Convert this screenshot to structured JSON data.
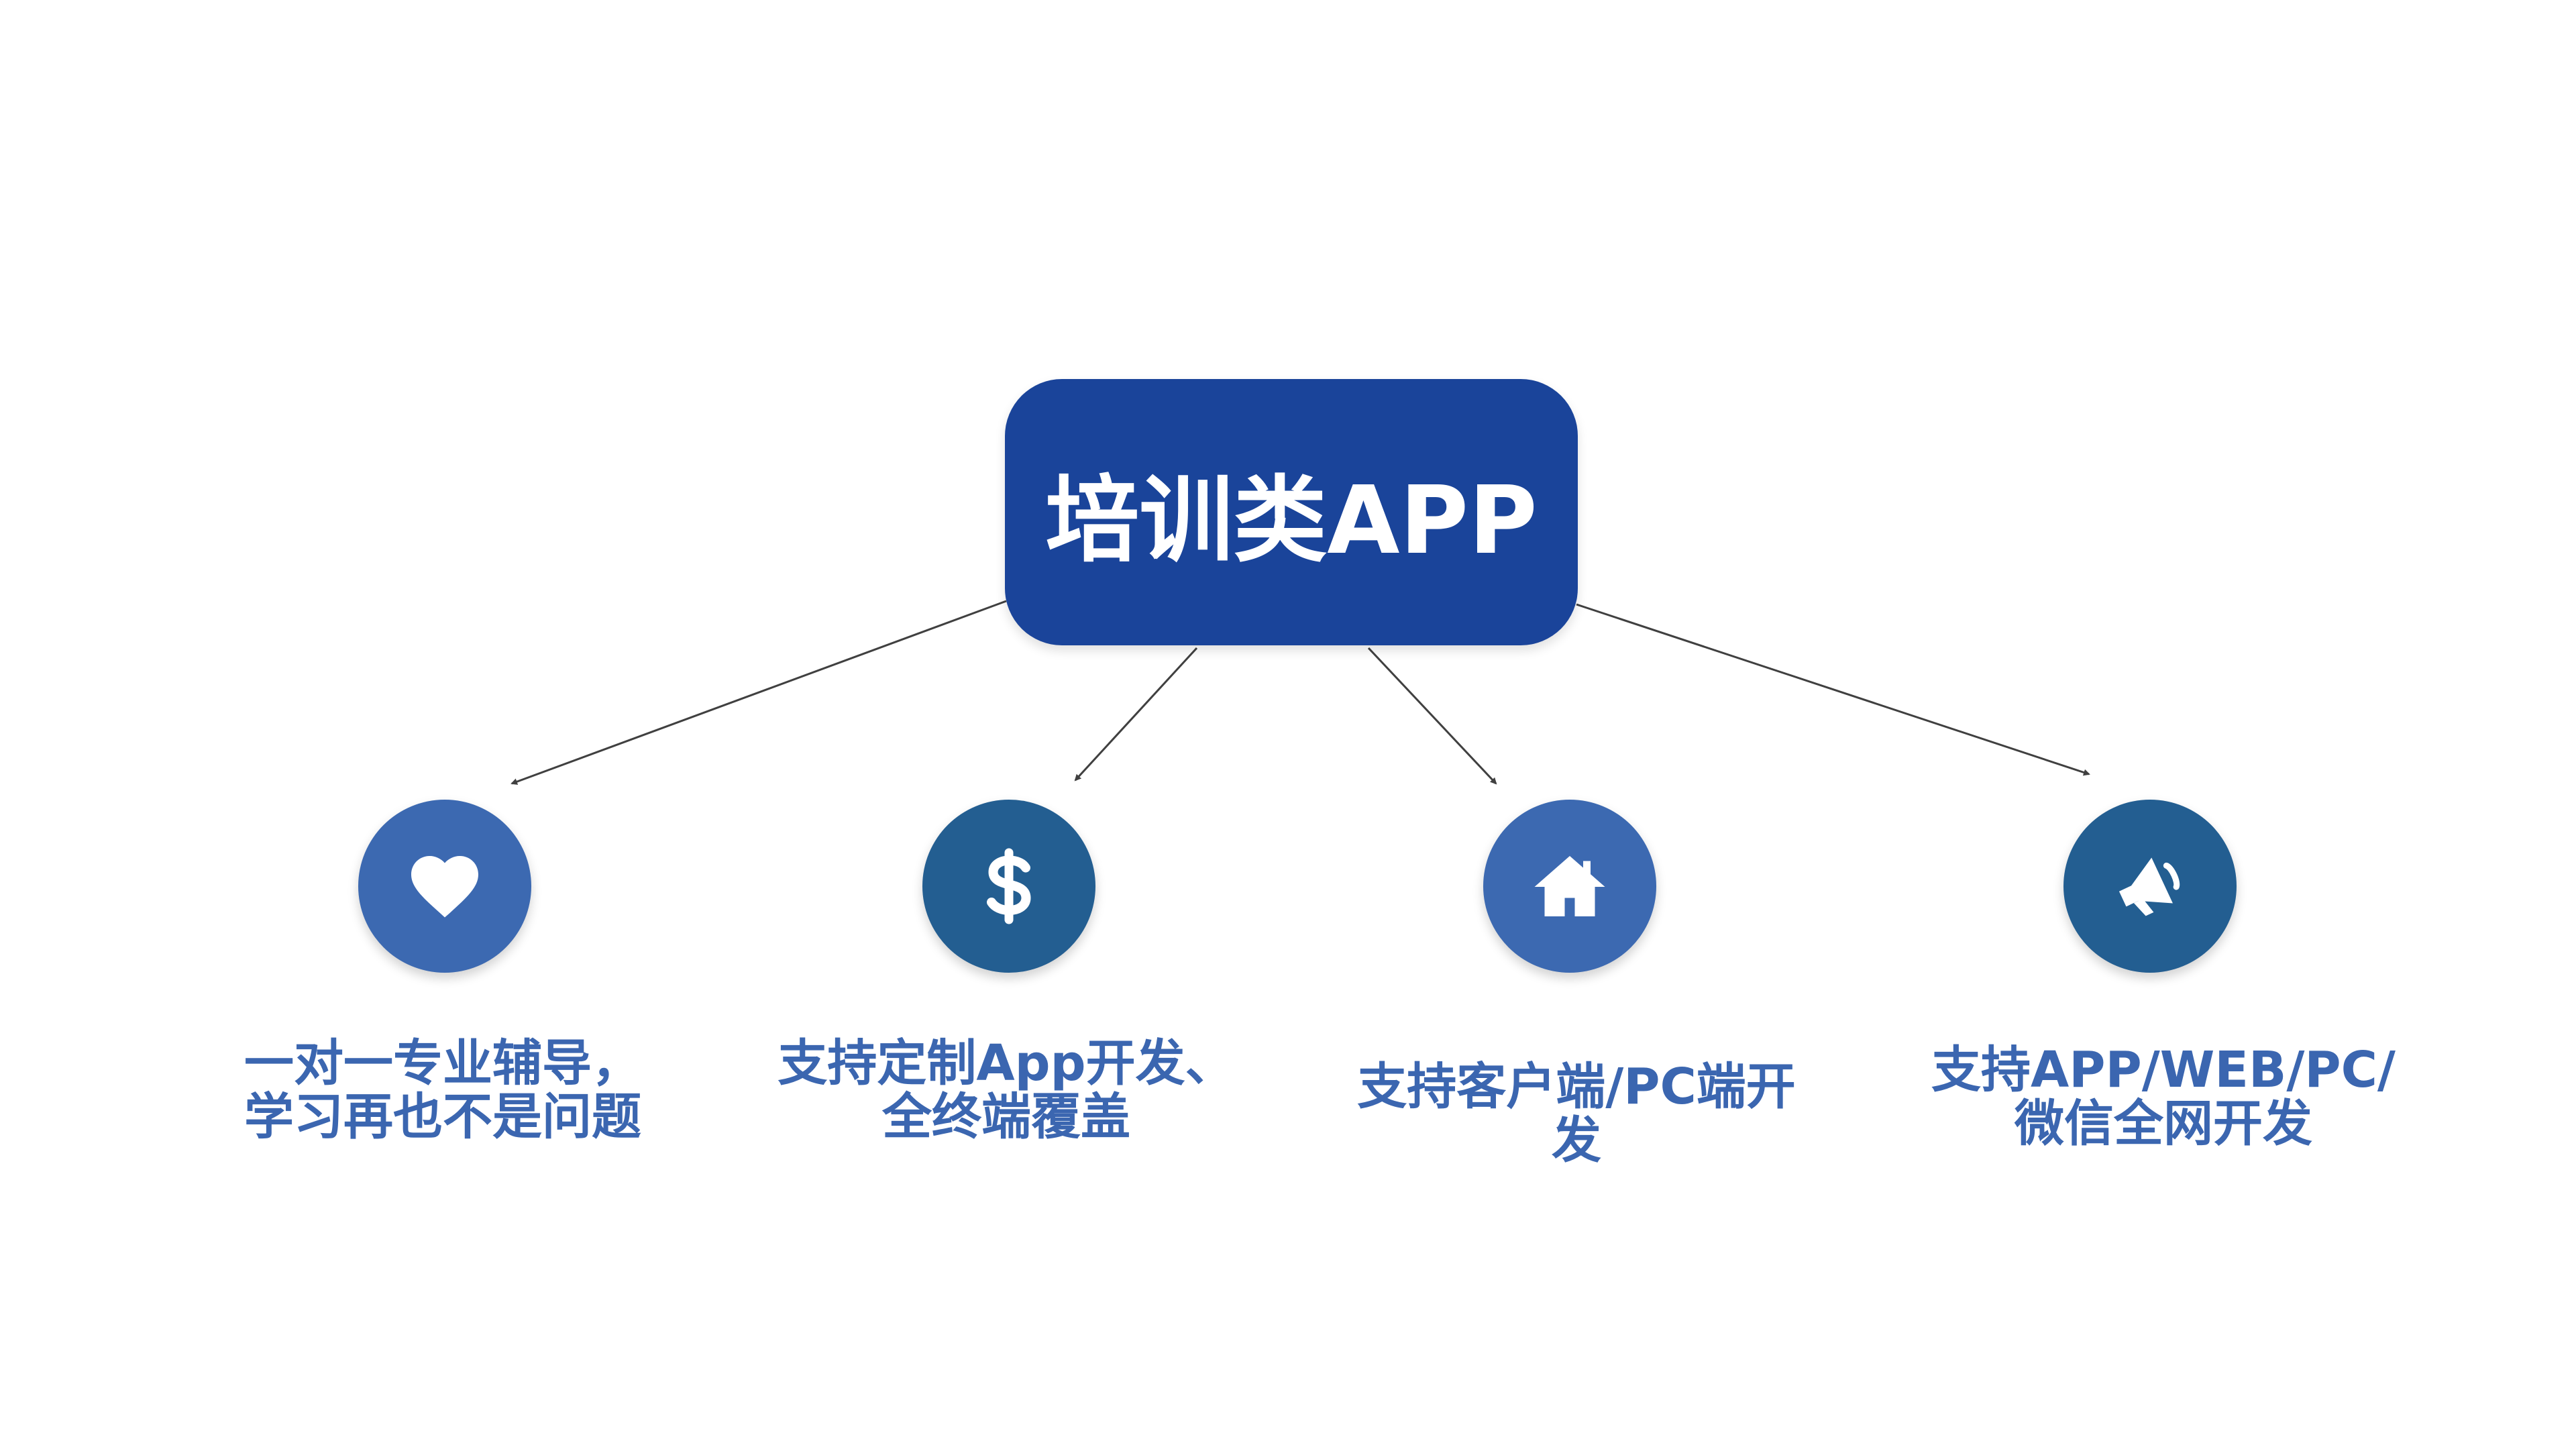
{
  "central": {
    "title": "培训类APP"
  },
  "colors": {
    "central_fill": "#1a449a",
    "circle_light": "#3c69b1",
    "circle_dark": "#235e91",
    "label_text": "#3b66b0",
    "arrow": "#404040",
    "icon": "#ffffff"
  },
  "nodes": [
    {
      "icon": "heart-icon",
      "label": "一对一专业辅导，\n学习再也不是问题"
    },
    {
      "icon": "dollar-icon",
      "label": "支持定制App开发、\n全终端覆盖"
    },
    {
      "icon": "home-icon",
      "label": "支持客户端/PC端开\n发"
    },
    {
      "icon": "megaphone-icon",
      "label": "支持APP/WEB/PC/\n微信全网开发"
    }
  ]
}
